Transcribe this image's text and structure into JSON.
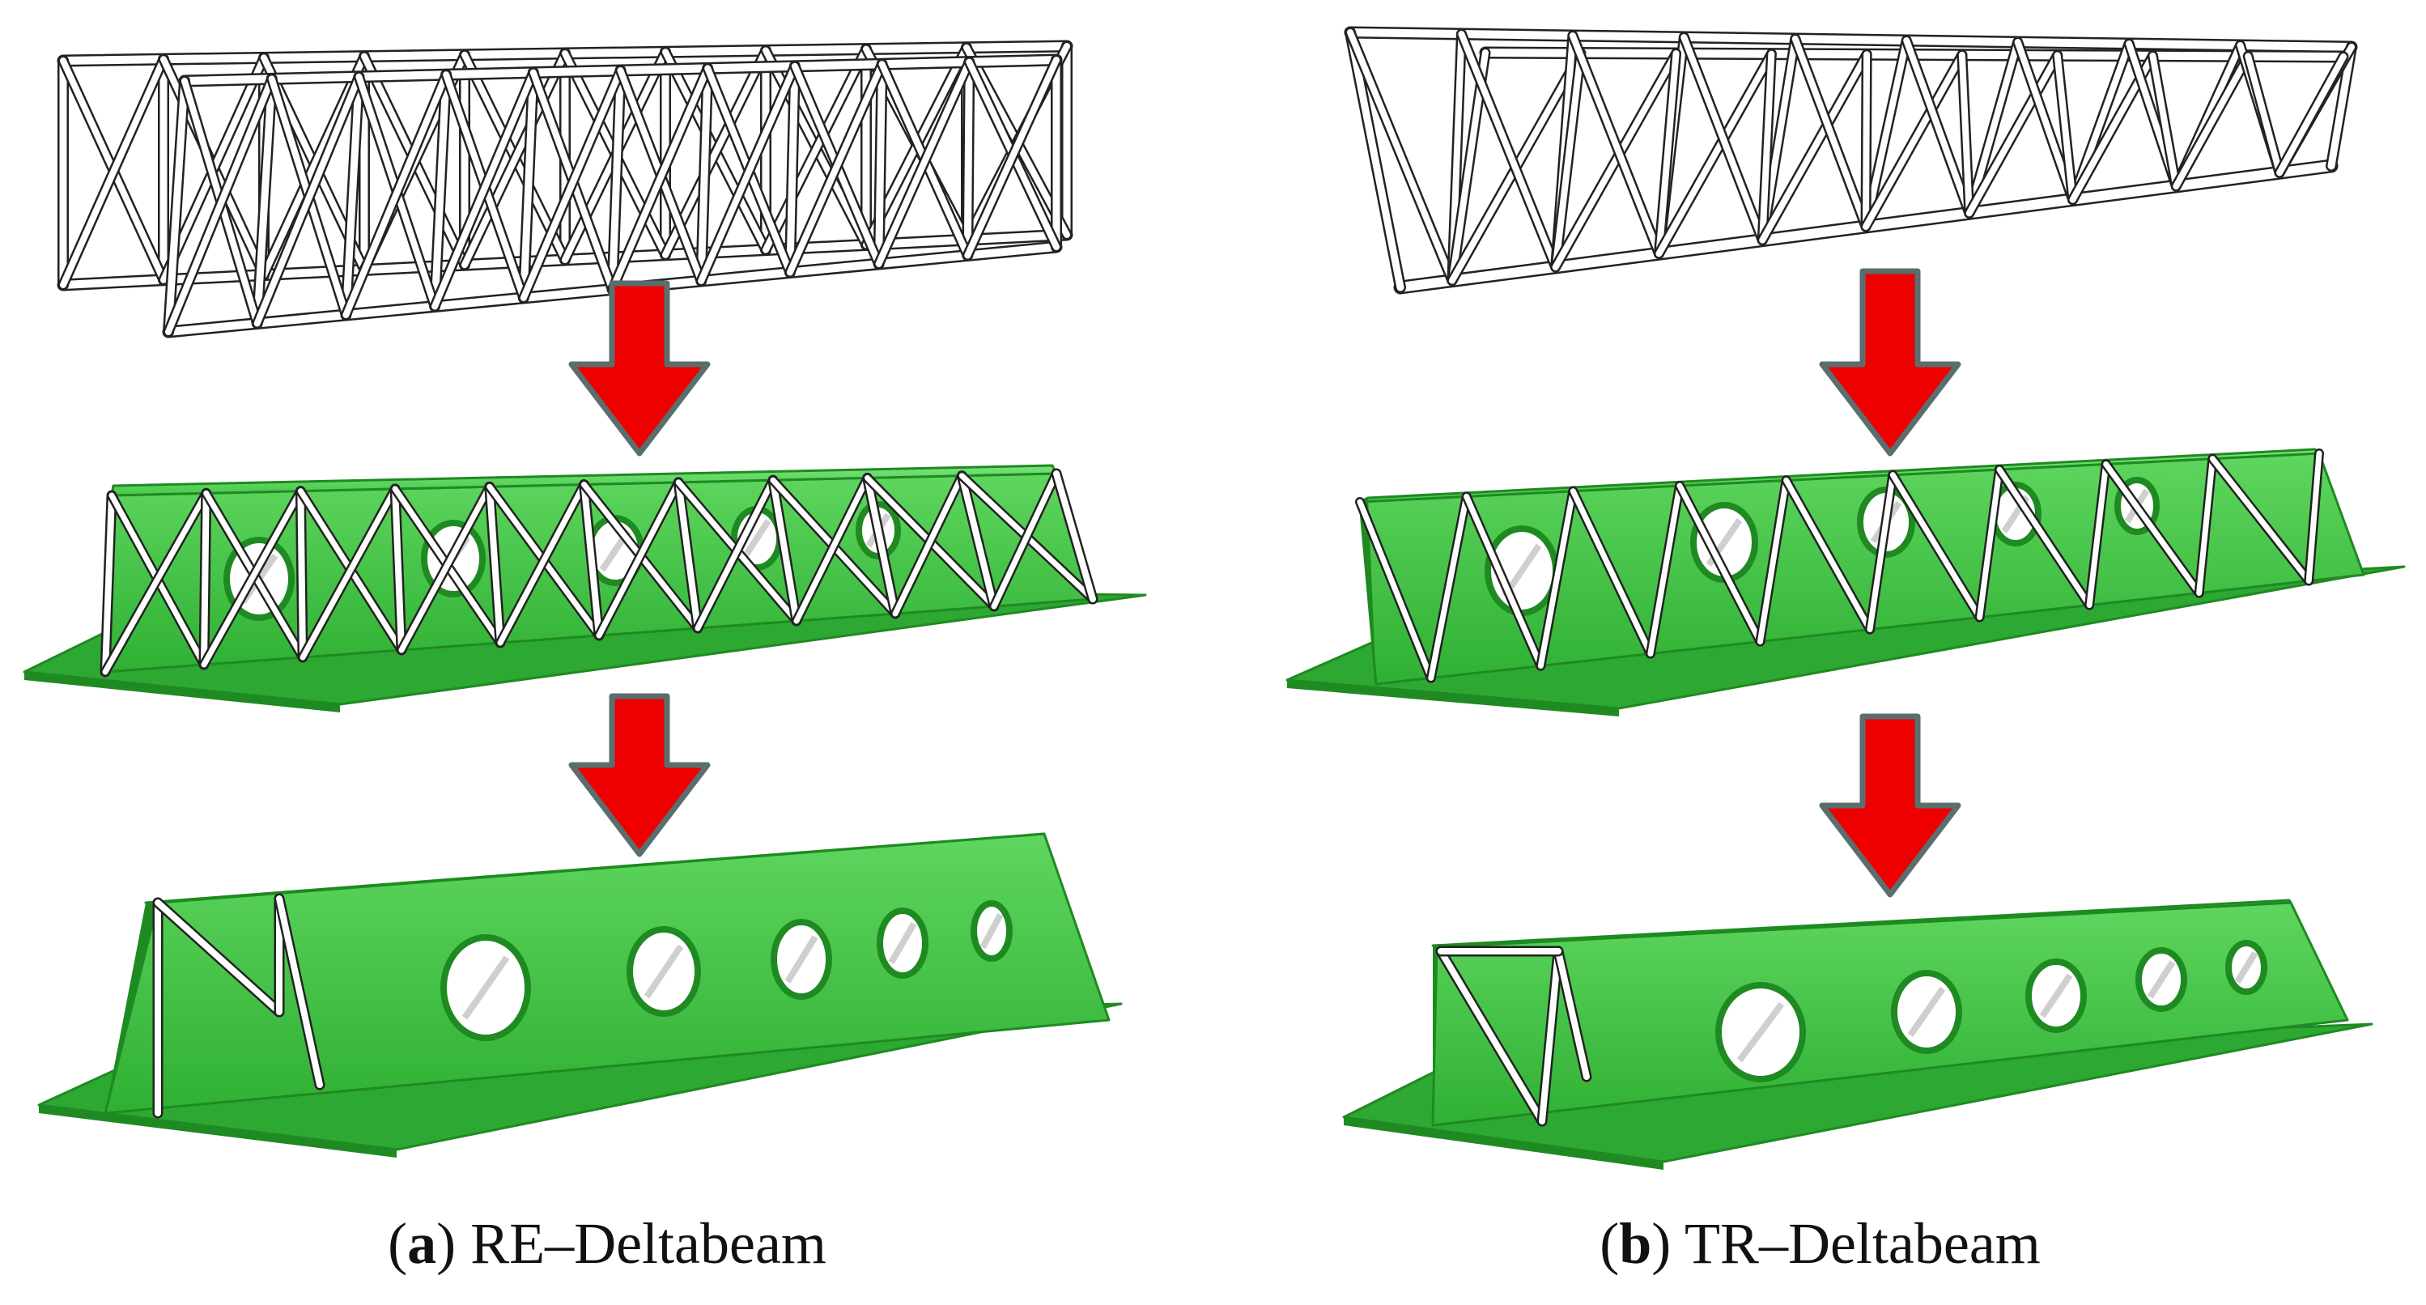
{
  "figure": {
    "panels": [
      {
        "id": "a",
        "label": "a",
        "title": "RE–Deltabeam",
        "truss_type": "rectangular"
      },
      {
        "id": "b",
        "label": "b",
        "title": "TR–Deltabeam",
        "truss_type": "triangular"
      }
    ],
    "colors": {
      "beam_green": "#3cc03c",
      "beam_green_light": "#6fdc6f",
      "beam_green_dark": "#1f8a22",
      "flange_green": "#2da832",
      "arrow_red": "#ee0000",
      "arrow_edge": "#5a6e6e",
      "truss_bar": "#ffffff",
      "truss_outline": "#222222",
      "background": "#ffffff"
    },
    "icons": [
      "down-arrow-icon"
    ]
  }
}
